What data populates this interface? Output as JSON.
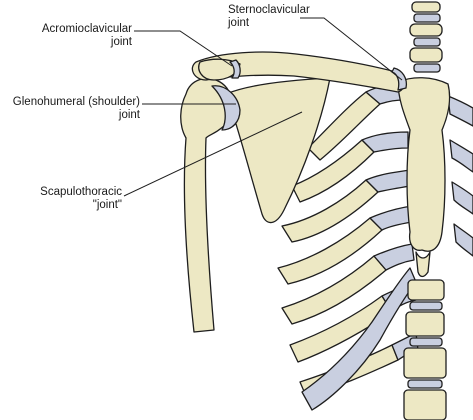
{
  "labels": {
    "acromioclavicular": {
      "line1": "Acromioclavicular",
      "line2": "joint"
    },
    "sternoclavicular": {
      "line1": "Sternoclavicular",
      "line2": "joint"
    },
    "glenohumeral": {
      "line1": "Glenohumeral (shoulder)",
      "line2": "joint"
    },
    "scapulothoracic": {
      "line1": "Scapulothoracic",
      "line2": "\"joint\""
    }
  },
  "colors": {
    "bone": "#ede8c4",
    "cartilage": "#c9cfe0",
    "outline": "#1e1e1e",
    "background": "#ffffff"
  }
}
